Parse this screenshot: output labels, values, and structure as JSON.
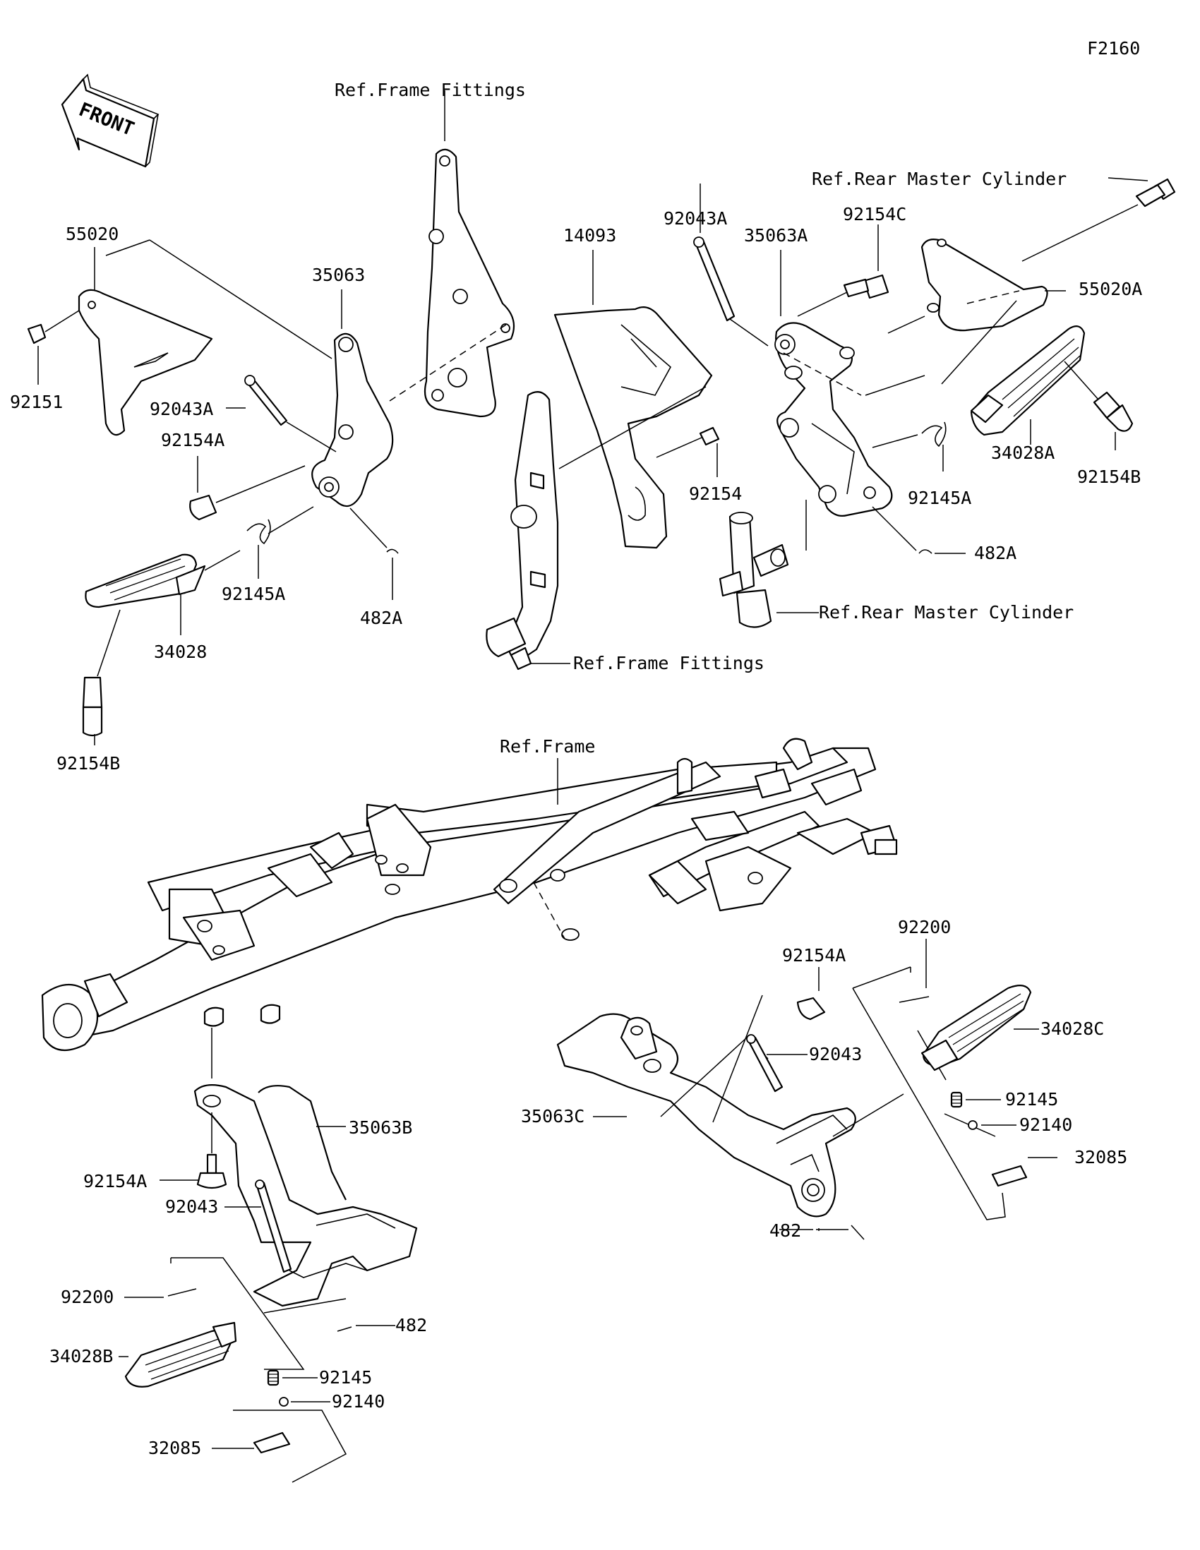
{
  "figure_code": "F2160",
  "front_label": "FRONT",
  "references": {
    "frame_fittings_top": "Ref.Frame Fittings",
    "frame_fittings_bottom": "Ref.Frame Fittings",
    "rear_master_cylinder_top": "Ref.Rear Master Cylinder",
    "rear_master_cylinder_mid": "Ref.Rear Master Cylinder",
    "frame": "Ref.Frame"
  },
  "callouts": {
    "p55020": "55020",
    "p92151": "92151",
    "p35063": "35063",
    "p92043A_left": "92043A",
    "p92154A_left": "92154A",
    "p92145A_left": "92145A",
    "p482A_left": "482A",
    "p34028": "34028",
    "p92154B_left": "92154B",
    "p14093": "14093",
    "p92043A_right": "92043A",
    "p35063A": "35063A",
    "p92154C": "92154C",
    "p55020A": "55020A",
    "p92154": "92154",
    "p34028A": "34028A",
    "p92154B_right": "92154B",
    "p92145A_right": "92145A",
    "p482A_right": "482A",
    "p92200_right": "92200",
    "p92154A_mid": "92154A",
    "p34028C": "34028C",
    "p92043_right": "92043",
    "p92145_right": "92145",
    "p92140_right": "92140",
    "p32085_right": "32085",
    "p35063C": "35063C",
    "p482_right": "482",
    "p35063B": "35063B",
    "p92154A_bottom": "92154A",
    "p92043_left": "92043",
    "p92200_left": "92200",
    "p482_left": "482",
    "p34028B": "34028B",
    "p92145_left": "92145",
    "p92140_left": "92140",
    "p32085_left": "32085"
  }
}
